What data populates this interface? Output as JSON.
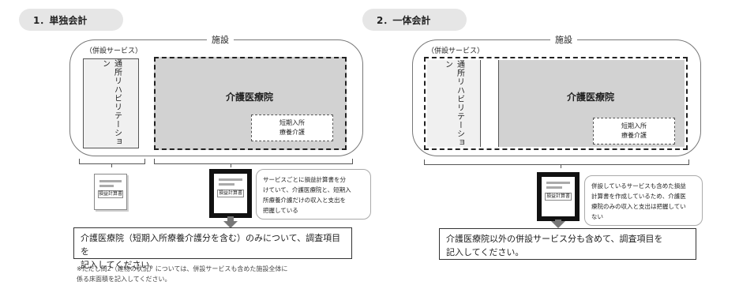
{
  "left": {
    "section_title": "1．単独会計",
    "facility_label": "施設",
    "heisetsu_label": "（併設サービス）",
    "rehab_label": "通所リハビリテーション",
    "ryoyo_label": "介護医療院",
    "tanki_line1": "短期入所",
    "tanki_line2": "療養介護",
    "doc1_text": "損益計算書",
    "doc2_text": "損益計算書",
    "callout_lines": [
      "サービスごとに損益計算書を分",
      "けていて、介護医療院と、短期入",
      "所療養介護だけの収入と支出を",
      "把握している"
    ],
    "main_lines": [
      "介護医療院（短期入所療養介護分を含む）のみについて、調査項目を",
      "記入してください。"
    ],
    "note_lines": [
      "※ただし問2（建物の状況）については、併設サービスも含めた施設全体に",
      "係る床面積を記入してください。"
    ]
  },
  "right": {
    "section_title": "2．一体会計",
    "facility_label": "施設",
    "heisetsu_label": "（併設サービス）",
    "rehab_label": "通所リハビリテーション",
    "ryoyo_label": "介護医療院",
    "tanki_line1": "短期入所",
    "tanki_line2": "療養介護",
    "doc_text": "損益計算書",
    "callout_lines": [
      "併設しているサービスも含めた損益",
      "計算書を作成しているため、介護医",
      "療院のみの収入と支出は把握してい",
      "ない"
    ],
    "main_lines": [
      "介護医療院以外の併設サービス分も含めて、調査項目を",
      "記入してください。"
    ]
  }
}
